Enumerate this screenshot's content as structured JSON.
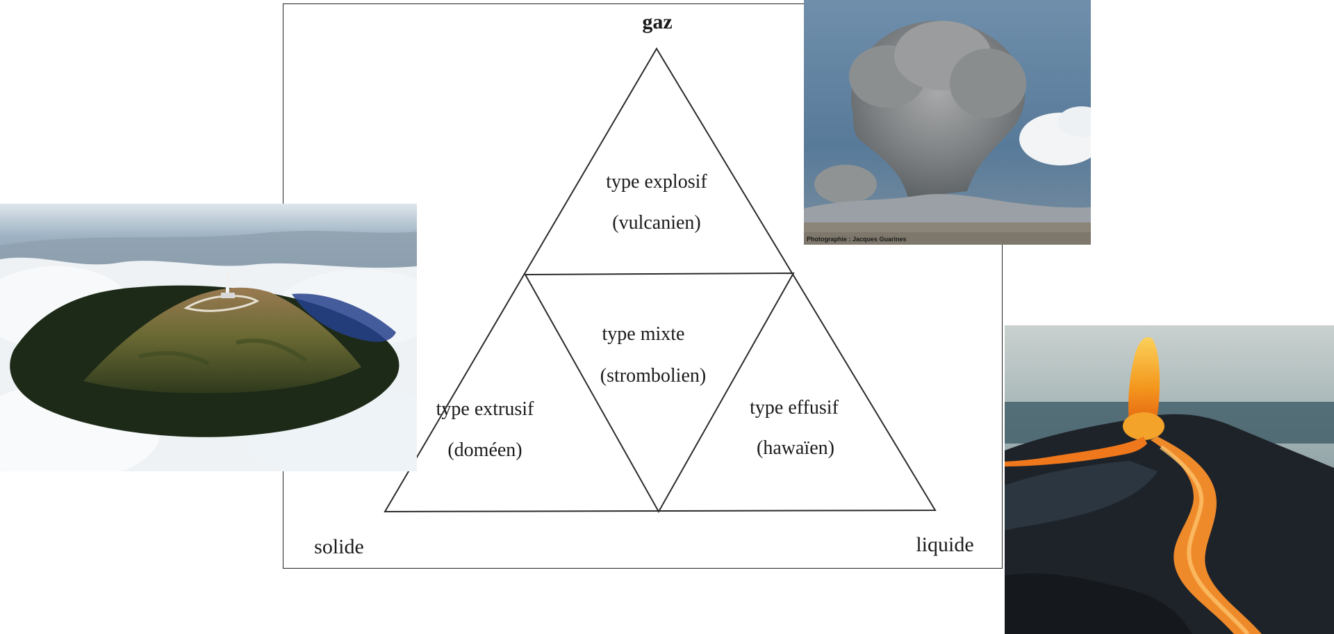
{
  "diagram": {
    "vertices": {
      "top": "gaz",
      "bottom_left": "solide",
      "bottom_right": "liquide"
    },
    "regions": [
      {
        "id": "explosif",
        "type_label": "type explosif",
        "subtype_label": "(vulcanien)"
      },
      {
        "id": "mixte",
        "type_label": "type mixte",
        "subtype_label": "(strombolien)"
      },
      {
        "id": "extrusif",
        "type_label": "type extrusif",
        "subtype_label": "(doméen)"
      },
      {
        "id": "effusif",
        "type_label": "type effusif",
        "subtype_label": "(hawaïen)"
      }
    ]
  },
  "photos": {
    "dome": {
      "subject": "lava dome volcano above clouds"
    },
    "plume": {
      "subject": "explosive eruption ash plume",
      "caption": "Photographie : Jacques Guarines"
    },
    "lava": {
      "subject": "lava fountain and lava river"
    }
  },
  "colors": {
    "line": "#2a2a2a",
    "sky_blue": "#5a7a98",
    "lava_orange": "#f08a1c"
  }
}
